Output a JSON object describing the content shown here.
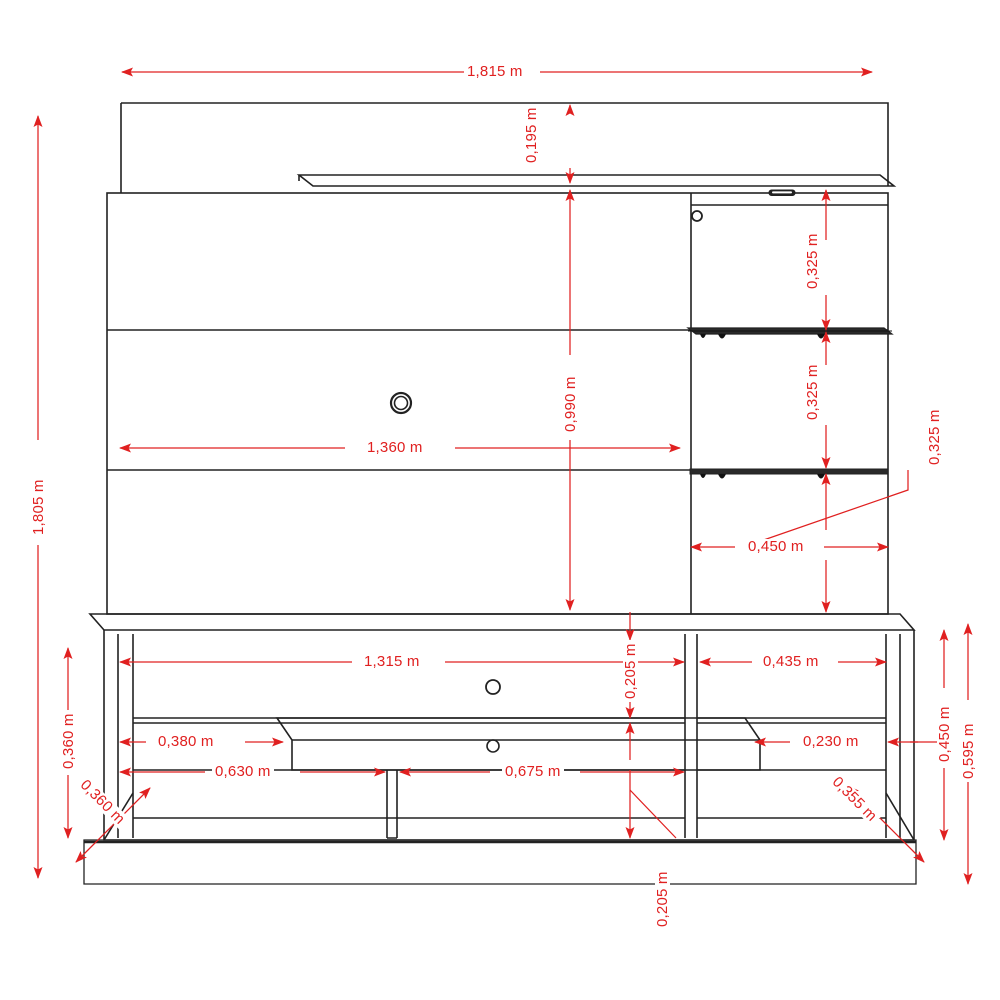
{
  "drawing": {
    "title": "Home theater wall unit dimensioned elevation",
    "units": "m",
    "line_color": "#222222",
    "dimension_color": "#e02020",
    "background": "#ffffff"
  },
  "dimensions": {
    "overall_width": "1,815 m",
    "overall_height": "1,805 m",
    "top_shelf_gap": "0,195 m",
    "tv_panel_width": "1,360 m",
    "tv_panel_height": "0,990 m",
    "right_niche_top": "0,325 m",
    "right_niche_middle": "0,325 m",
    "right_niche_bottom": "0,325 m",
    "right_niche_width": "0,450 m",
    "cabinet_left_span": "1,315 m",
    "cabinet_right_span": "0,435 m",
    "drawer_left_offset": "0,380 m",
    "drawer_right_offset": "0,230 m",
    "lower_left_span": "0,630 m",
    "lower_center_span": "0,675 m",
    "cabinet_upper_height": "0,205 m",
    "cabinet_lower_height": "0,205 m",
    "base_height_left": "0,360 m",
    "depth_left": "0,360 m",
    "depth_right": "0,355 m",
    "cabinet_body_height": "0,450 m",
    "cabinet_total_height": "0,595 m"
  },
  "hardware": {
    "tv_grommet": "cable-grommet",
    "door_knob": "door-knob",
    "drawer_handle": "drawer-handle",
    "shelf_bracket": "shelf-bracket",
    "cabinet_knob_upper": "cabinet-knob",
    "cabinet_knob_lower": "cabinet-knob"
  }
}
